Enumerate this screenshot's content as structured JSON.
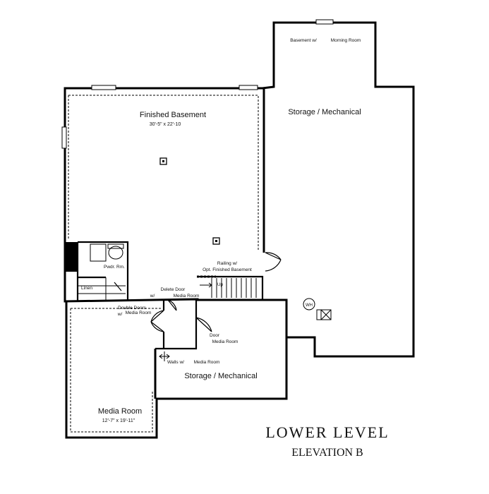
{
  "title": {
    "main": "LOWER LEVEL",
    "sub": "ELEVATION B"
  },
  "rooms": {
    "finished_basement": {
      "name": "Finished Basement",
      "dims": "30'-5\" x 22'-10"
    },
    "storage_mechanical_main": {
      "name": "Storage / Mechanical"
    },
    "storage_mechanical_lower": {
      "name": "Storage / Mechanical"
    },
    "media_room": {
      "name": "Media Room",
      "dims": "12'-7\" x 19'-11\""
    },
    "powder_room": {
      "name": "Pwdr. Rm."
    },
    "linen": {
      "name": "Linen"
    }
  },
  "notes": {
    "basement_morning_room": {
      "line1": "Basement w/",
      "line2": "Morning Room"
    },
    "railing": {
      "line1": "Railing w/",
      "line2": "Opt. Finished Basement"
    },
    "stair_up": "Up",
    "delete_door": {
      "prefix": "w/",
      "line1": "Delete Door",
      "line2": "Media Room"
    },
    "double_doors": {
      "line1": "Double Doors",
      "prefix": "w/",
      "line2": "Media Room"
    },
    "door_media": {
      "line1": "Door",
      "line2": "Media Room"
    },
    "walls_media": {
      "line1": "Walls w/",
      "line2": "Media Room"
    },
    "water_heater": "WH"
  }
}
